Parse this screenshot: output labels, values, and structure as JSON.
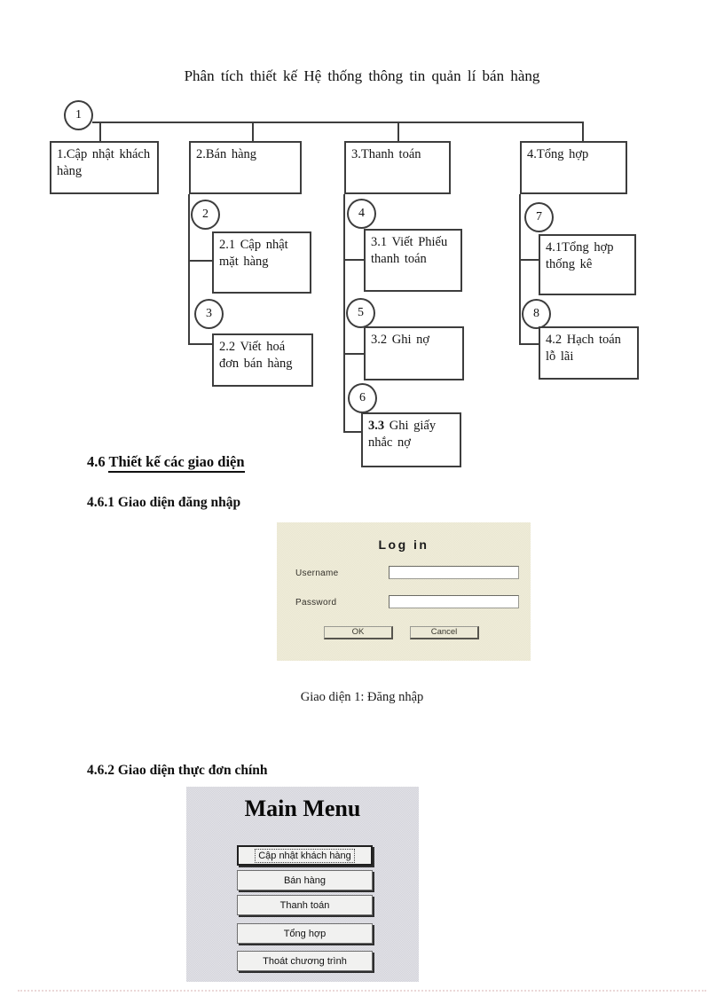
{
  "doc": {
    "title": "Phân tích thiết kế Hệ thống thông tin quản lí bán hàng",
    "heading_46_num": "4.6",
    "heading_46_text": "Thiết kế các giao diện",
    "heading_461": "4.6.1 Giao diện đăng nhập",
    "heading_462": "4.6.2 Giao diện thực đơn chính",
    "caption_login": "Giao diện 1: Đăng nhập"
  },
  "diagram": {
    "root_num": "1",
    "l1": [
      {
        "label": "1.Cập nhật khách hàng"
      },
      {
        "label": "2.Bán hàng"
      },
      {
        "label": "3.Thanh toán"
      },
      {
        "label": "4.Tổng hợp"
      }
    ],
    "nodes": {
      "n2": "2",
      "n3": "3",
      "n4": "4",
      "n5": "5",
      "n6": "6",
      "n7": "7",
      "n8": "8"
    },
    "boxes": {
      "b21": "2.1 Cập nhật mặt hàng",
      "b22": "2.2 Viết hoá đơn bán hàng",
      "b31": "3.1 Viết Phiếu thanh toán",
      "b32": "3.2 Ghi nợ",
      "b33_bold": "3.3",
      "b33_rest": " Ghi giấy nhắc nợ",
      "b41": "4.1Tổng hợp thống kê",
      "b42": "4.2 Hạch toán lỗ lãi"
    }
  },
  "login": {
    "title": "Log in",
    "username_label": "Username",
    "password_label": "Password",
    "username_value": "",
    "password_value": "",
    "ok_label": "OK",
    "cancel_label": "Cancel",
    "bg_color": "#ECE9D6"
  },
  "menu": {
    "title": "Main Menu",
    "buttons": [
      "Cập nhật khách hàng",
      "Bán hàng",
      "Thanh toán",
      "Tổng hợp",
      "Thoát chương trình"
    ],
    "bg_color": "#DADADF"
  }
}
